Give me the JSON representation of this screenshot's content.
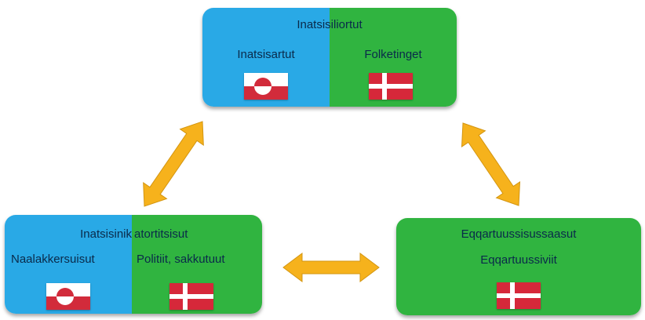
{
  "colors": {
    "blue": "#29a9e6",
    "green": "#30b440",
    "arrow": "#f6b21c",
    "arrow_edge": "#d39510",
    "greenland_red": "#d22b3b",
    "denmark_red": "#d6283a"
  },
  "top": {
    "title": "Inatsisiliortut",
    "left_label": "Inatsisartut",
    "right_label": "Folketinget",
    "left_flag": "greenland-flag",
    "right_flag": "denmark-flag"
  },
  "left": {
    "title_left": "Inatsisinik",
    "title_right": "atortitsisut",
    "left_label": "Naalakkersuisut",
    "right_label": "Politiit, sakkutuut",
    "left_flag": "greenland-flag",
    "right_flag": "denmark-flag"
  },
  "right": {
    "title": "Eqqartuussisussaasut",
    "label": "Eqqartuussiviit",
    "flag": "denmark-flag"
  }
}
